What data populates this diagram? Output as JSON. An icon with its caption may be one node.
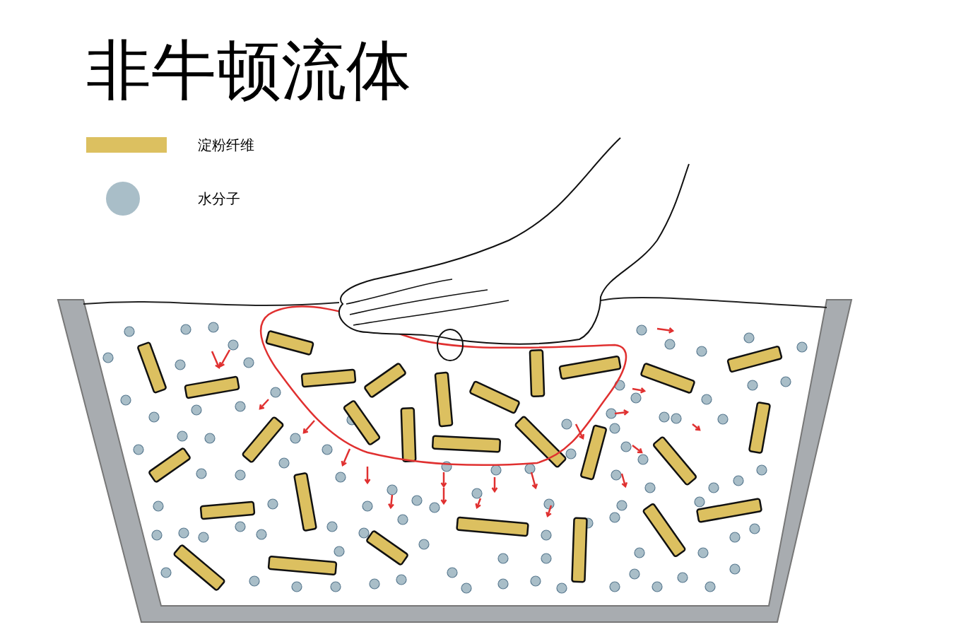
{
  "diagram": {
    "title": "非牛顿流体",
    "legend": [
      {
        "text": "淀粉纤维",
        "color": "#dcc060"
      },
      {
        "text": "水分子",
        "color": "#a9bec8"
      }
    ]
  }
}
